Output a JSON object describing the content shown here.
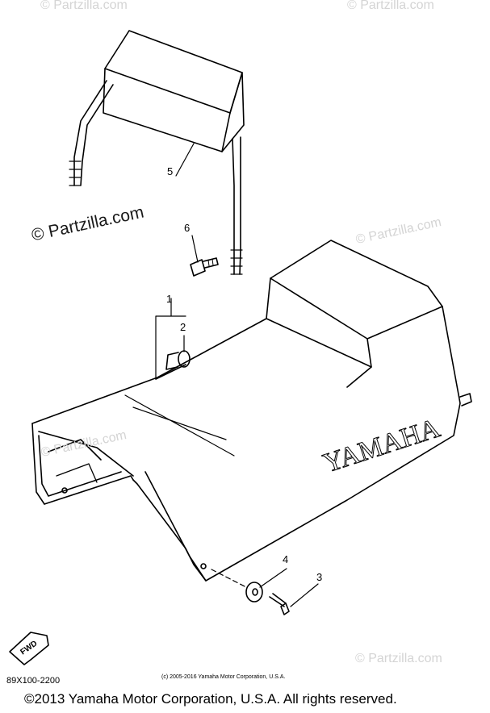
{
  "watermark": "© Partzilla.com",
  "callouts": {
    "c1": "1",
    "c2": "2",
    "c3": "3",
    "c4": "4",
    "c5": "5",
    "c6": "6"
  },
  "brand_text": "YAMAHA",
  "fwd_label": "FWD",
  "diagram_code": "89X100-2200",
  "small_copyright": "(c) 2005-2016 Yamaha Motor Corporation, U.S.A.",
  "footer_copyright": "©2013 Yamaha Motor Corporation, U.S.A. All rights reserved."
}
